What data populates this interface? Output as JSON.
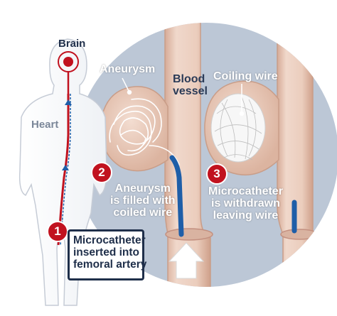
{
  "labels": {
    "brain": "Brain",
    "heart": "Heart",
    "aneurysm": "Aneurysm",
    "blood_vessel": "Blood\nvessel",
    "coiling_wire": "Coiling wire"
  },
  "steps": [
    {
      "number": "1",
      "text": "Microcatheter\ninserted into\nfemoral artery"
    },
    {
      "number": "2",
      "text": "Aneurysm\nis filled with\ncoiled wire"
    },
    {
      "number": "3",
      "text": "Microcatheter\nis withdrawn\nleaving wire"
    }
  ],
  "colors": {
    "circle_background": "#bcc7d6",
    "vessel": "#e7c9b8",
    "vessel_edge": "#c99d88",
    "catheter": "#1e5ea8",
    "accent_red": "#c1121f",
    "navy": "#1f2f4a"
  }
}
